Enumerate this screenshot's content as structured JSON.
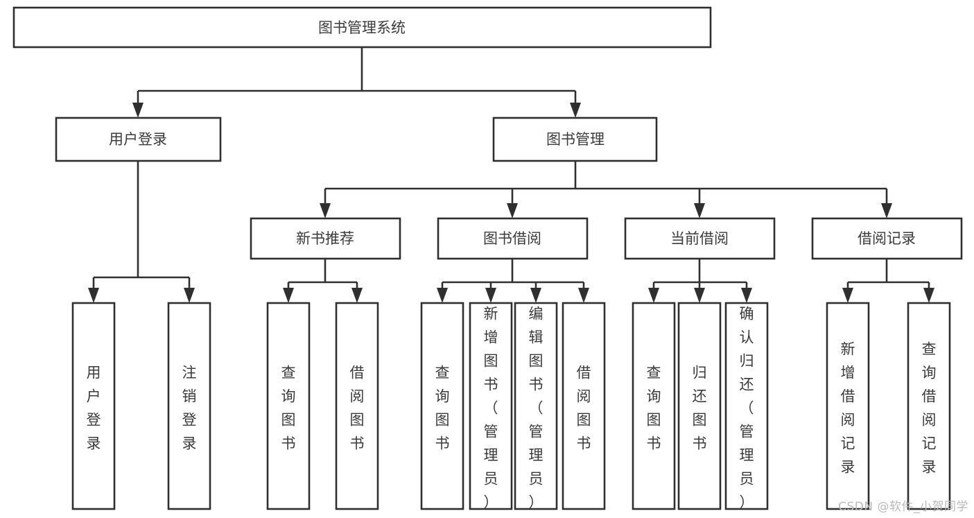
{
  "diagram": {
    "title": "图书管理系统",
    "type": "tree-hierarchy",
    "watermark": "CSDN @软件_小贺同学",
    "root": {
      "id": "root",
      "label": "图书管理系统"
    },
    "level2": [
      {
        "id": "user-login",
        "label": "用户登录"
      },
      {
        "id": "book-management",
        "label": "图书管理"
      }
    ],
    "level3": [
      {
        "id": "new-book-recommend",
        "label": "新书推荐",
        "parent": "book-management"
      },
      {
        "id": "book-borrow",
        "label": "图书借阅",
        "parent": "book-management"
      },
      {
        "id": "current-borrow",
        "label": "当前借阅",
        "parent": "book-management"
      },
      {
        "id": "borrow-record",
        "label": "借阅记录",
        "parent": "book-management"
      }
    ],
    "leaves": [
      {
        "id": "leaf-user-login",
        "label": "用户登录",
        "parent": "user-login"
      },
      {
        "id": "leaf-user-logout",
        "label": "注销登录",
        "parent": "user-login"
      },
      {
        "id": "leaf-query-book-1",
        "label": "查询图书",
        "parent": "new-book-recommend"
      },
      {
        "id": "leaf-borrow-book-1",
        "label": "借阅图书",
        "parent": "new-book-recommend"
      },
      {
        "id": "leaf-query-book-2",
        "label": "查询图书",
        "parent": "book-borrow"
      },
      {
        "id": "leaf-add-book",
        "label": "新增图书（管理员）",
        "parent": "book-borrow"
      },
      {
        "id": "leaf-edit-book",
        "label": "编辑图书（管理员）",
        "parent": "book-borrow"
      },
      {
        "id": "leaf-borrow-book-2",
        "label": "借阅图书",
        "parent": "book-borrow"
      },
      {
        "id": "leaf-query-book-3",
        "label": "查询图书",
        "parent": "current-borrow"
      },
      {
        "id": "leaf-return-book",
        "label": "归还图书",
        "parent": "current-borrow"
      },
      {
        "id": "leaf-confirm-return",
        "label": "确认归还（管理员）",
        "parent": "current-borrow"
      },
      {
        "id": "leaf-add-record",
        "label": "新增借阅记录",
        "parent": "borrow-record"
      },
      {
        "id": "leaf-query-record",
        "label": "查询借阅记录",
        "parent": "borrow-record"
      }
    ],
    "colors": {
      "stroke": "#2f2f2f",
      "fill": "#ffffff",
      "text": "#3a3a3a",
      "watermark": "#b9b9b9",
      "background": "#ffffff"
    }
  }
}
